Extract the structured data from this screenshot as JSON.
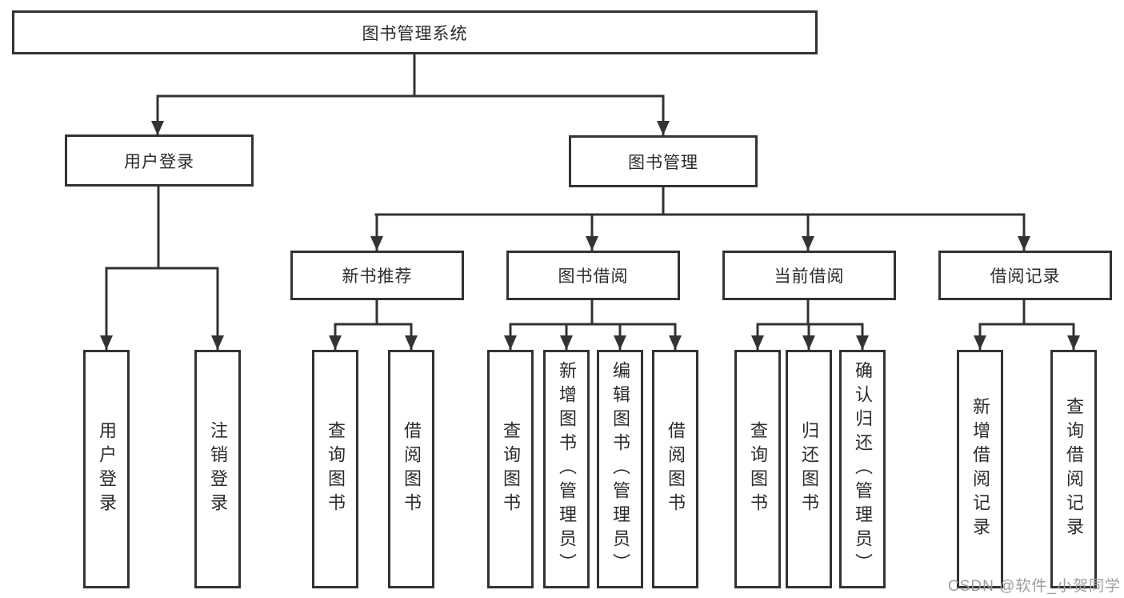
{
  "diagram": {
    "root": "图书管理系统",
    "branches": [
      {
        "label": "用户登录"
      },
      {
        "label": "图书管理"
      }
    ],
    "sections": [
      {
        "label": "新书推荐"
      },
      {
        "label": "图书借阅"
      },
      {
        "label": "当前借阅"
      },
      {
        "label": "借阅记录"
      }
    ],
    "leaves": [
      {
        "label": "用户登录"
      },
      {
        "label": "注销登录"
      },
      {
        "label": "查询图书"
      },
      {
        "label": "借阅图书"
      },
      {
        "label": "查询图书"
      },
      {
        "label": "新增图书（管理员）"
      },
      {
        "label": "编辑图书（管理员）"
      },
      {
        "label": "借阅图书"
      },
      {
        "label": "查询图书"
      },
      {
        "label": "归还图书"
      },
      {
        "label": "确认归还（管理员）"
      },
      {
        "label": "新增借阅记录"
      },
      {
        "label": "查询借阅记录"
      }
    ]
  },
  "watermark": "CSDN @软件_小贺同学",
  "colors": {
    "line": "#333333",
    "text": "#2b2b2b",
    "watermark": "#9d9d9d",
    "bg": "#ffffff"
  }
}
